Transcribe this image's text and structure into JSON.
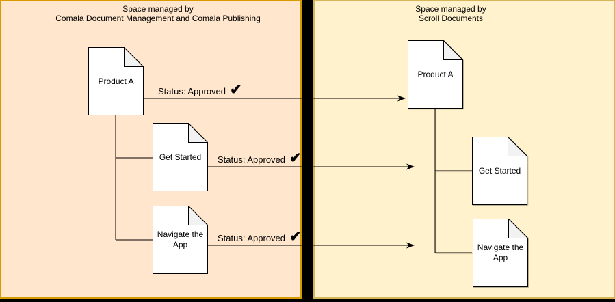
{
  "diagram": {
    "left_panel": {
      "title_line1": "Space managed by",
      "title_line2": "Comala Document Management and Comala Publishing",
      "fill": "#FFE6CC",
      "stroke": "#D79B00",
      "documents": [
        {
          "label": "Product A"
        },
        {
          "label": "Get Started"
        },
        {
          "label": "Navigate the App"
        }
      ]
    },
    "right_panel": {
      "title_line1": "Space managed by",
      "title_line2": "Scroll Documents",
      "fill": "#FFF2CC",
      "stroke": "#D6B656",
      "documents": [
        {
          "label": "Product A"
        },
        {
          "label": "Get Started"
        },
        {
          "label": "Navigate the App"
        }
      ]
    },
    "arrows": [
      {
        "label": "Status: Approved",
        "check_icon": "✔"
      },
      {
        "label": "Status: Approved",
        "check_icon": "✔"
      },
      {
        "label": "Status: Approved",
        "check_icon": "✔"
      }
    ],
    "colors": {
      "divider": "#000000",
      "document_fill": "#FFFFFF",
      "document_stroke": "#000000",
      "fold_fill": "#F2F2F2",
      "text": "#000000"
    }
  }
}
